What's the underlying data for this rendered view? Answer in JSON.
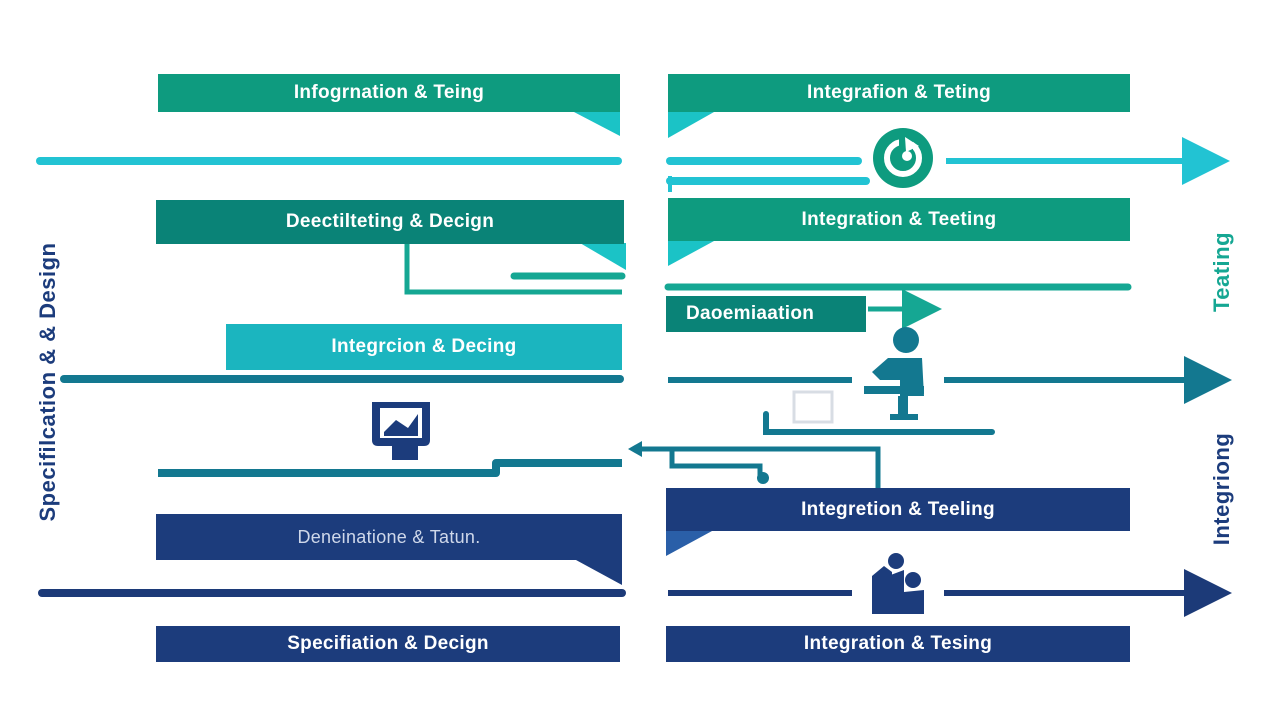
{
  "colors": {
    "green": "#0e9b7f",
    "teal": "#0a8377",
    "cyan": "#1bb5bf",
    "steel": "#13778f",
    "navy": "#1c3c7c",
    "line_cyan": "#22c3d3",
    "line_teal": "#15a793",
    "line_steel": "#137890",
    "line_navy": "#1c3a78"
  },
  "left_column": {
    "bars": [
      {
        "label": "Infogrnation & Teing",
        "color": "green"
      },
      {
        "label": "Deectilteting & Decign",
        "color": "teal"
      },
      {
        "label": "Integrcion & Decing",
        "color": "cyan"
      },
      {
        "label": "Deneinatione & Tatun.",
        "color": "navy"
      },
      {
        "label": "Specifiation & Decign",
        "color": "navy"
      }
    ]
  },
  "right_column": {
    "bars": [
      {
        "label": "Integrafion & Teting",
        "color": "green"
      },
      {
        "label": "Integration & Teeting",
        "color": "green"
      },
      {
        "label": "Daoemiaation",
        "color": "teal"
      },
      {
        "label": "Integretion & Teeling",
        "color": "navy"
      },
      {
        "label": "Integration & Tesing",
        "color": "navy"
      }
    ]
  },
  "side_labels": {
    "left": "Specifilcation & & Design",
    "right_top": "Teating",
    "right_bottom": "Integriong"
  },
  "icons": [
    "refresh-gear-icon",
    "database-icon",
    "person-at-desk-icon",
    "team-people-icon"
  ]
}
